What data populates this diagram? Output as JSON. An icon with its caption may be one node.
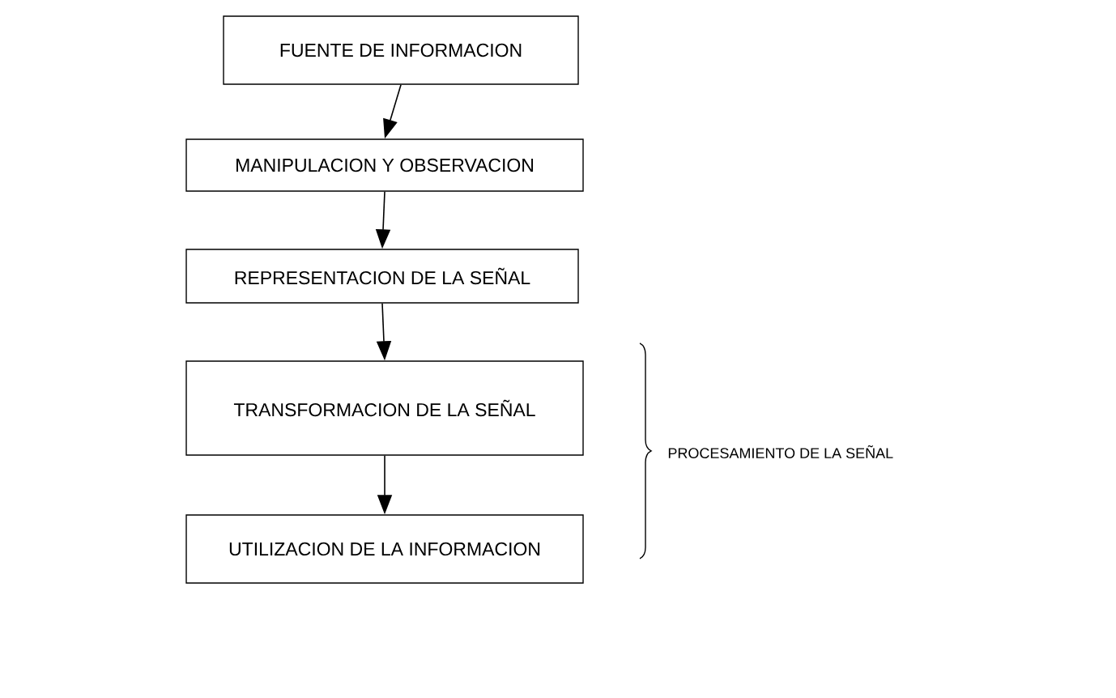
{
  "diagram": {
    "nodes": [
      {
        "text": [
          "FUENTE DE INFORMACION"
        ]
      },
      {
        "text": [
          "MANIPULACION Y OBSERVACION"
        ]
      },
      {
        "text": [
          "REPRESENTACION DE LA SEÑAL"
        ]
      },
      {
        "text": [
          "TRANSFORMACION DE LA SEÑAL"
        ]
      },
      {
        "text": [
          "UTILIZACION DE LA INFORMACION"
        ]
      }
    ],
    "edges": [
      {
        "from": 0,
        "to": 1,
        "arrow": "to"
      },
      {
        "from": 1,
        "to": 2,
        "arrow": "to"
      },
      {
        "from": 2,
        "to": 3,
        "arrow": "to"
      },
      {
        "from": 3,
        "to": 4,
        "arrow": "to"
      }
    ],
    "labels": [
      "PROCESAMIENTO DE LA SEÑAL"
    ]
  }
}
